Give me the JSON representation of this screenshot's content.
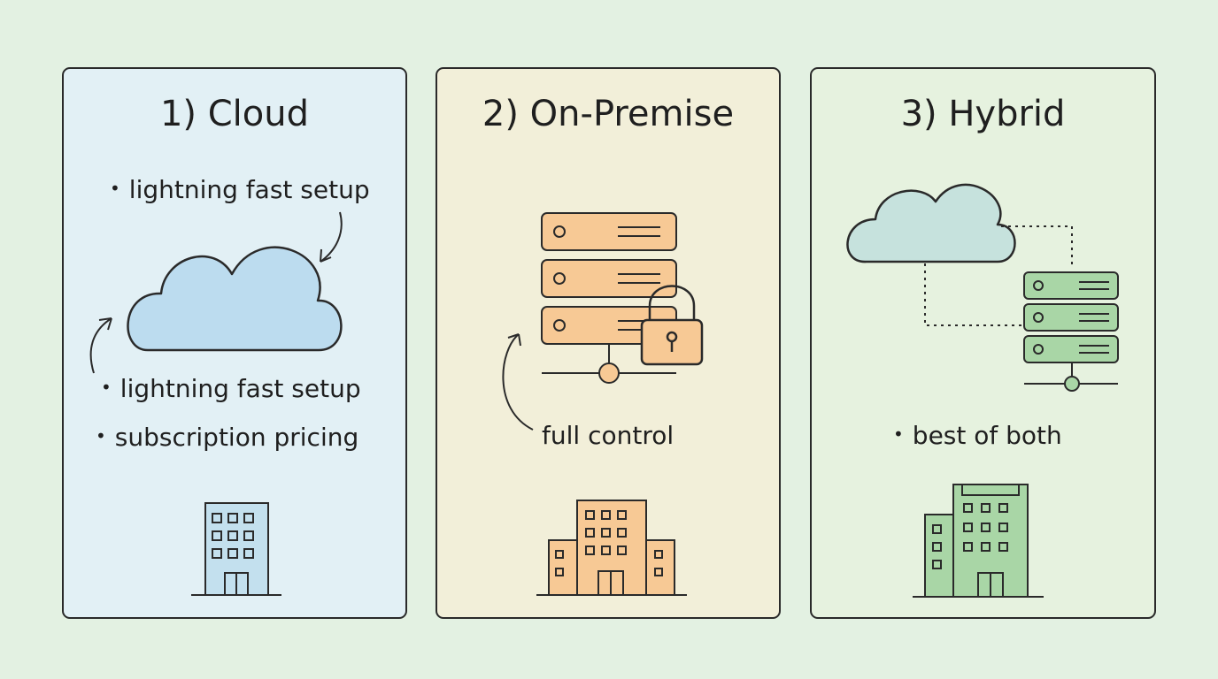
{
  "panels": [
    {
      "title": "1) Cloud",
      "bullets": [
        "lightning fast setup",
        "lightning fast setup",
        "subscription pricing"
      ],
      "icons": [
        "cloud-icon",
        "office-building-icon"
      ]
    },
    {
      "title": "2) On-Premise",
      "annotation": "full control",
      "icons": [
        "server-rack-icon",
        "padlock-icon",
        "office-building-icon"
      ]
    },
    {
      "title": "3) Hybrid",
      "bullets": [
        "best of both"
      ],
      "icons": [
        "cloud-icon",
        "server-rack-icon",
        "office-building-icon"
      ]
    }
  ],
  "colors": {
    "cloud_panel_bg": "#e2f0f5",
    "onprem_panel_bg": "#f2efd9",
    "hybrid_panel_bg": "#e6f2df",
    "cloud_fill": "#bcdcef",
    "server_fill": "#f7c995",
    "hybrid_fill": "#a9d6a6"
  }
}
